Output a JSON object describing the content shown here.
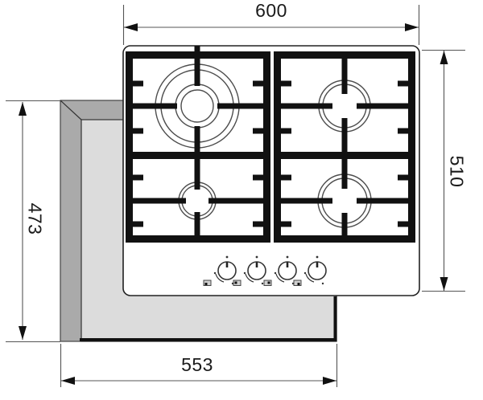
{
  "drawing": {
    "type": "gas-hob-installation-top-view",
    "dimensions": {
      "appliance_width": "600",
      "appliance_depth": "510",
      "cutout_depth": "473",
      "cutout_width": "553"
    },
    "burners": [
      {
        "position": "rear-left",
        "size": "large-wok",
        "rings": 4
      },
      {
        "position": "rear-right",
        "size": "medium",
        "rings": 2
      },
      {
        "position": "front-left",
        "size": "small",
        "rings": 2
      },
      {
        "position": "front-right",
        "size": "medium",
        "rings": 2
      }
    ],
    "knobs": {
      "count": 4
    },
    "colors": {
      "background": "#ffffff",
      "hob_surface": "#ffffff",
      "grate": "#111111",
      "burner_ring_stroke": "#4d4d4d",
      "cutout_edge_dark": "#aaaaaa",
      "cutout_fill_light": "#dcdcdc",
      "dimension_line": "#555555",
      "text": "#1a1a1a"
    }
  }
}
